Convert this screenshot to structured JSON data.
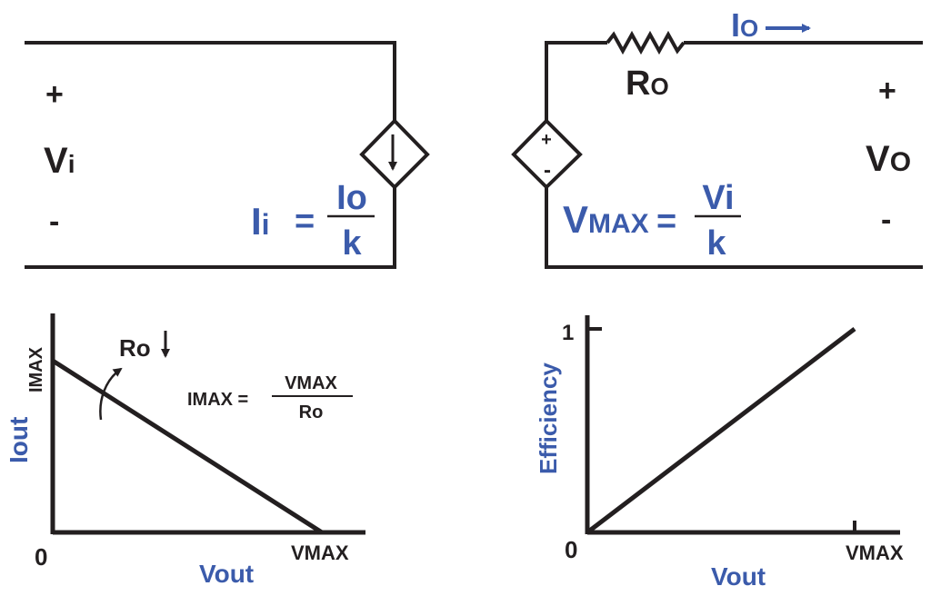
{
  "colors": {
    "ink": "#231f20",
    "accent": "#3b5bab"
  },
  "input_port": {
    "plus": "+",
    "minus": "-",
    "v_main": "V",
    "v_sub": "i"
  },
  "output_port": {
    "plus": "+",
    "minus": "-",
    "v_main": "V",
    "v_sub": "O"
  },
  "resistor": {
    "main": "R",
    "sub": "O"
  },
  "output_current": {
    "main": "I",
    "sub": "O"
  },
  "current_source": {
    "eq_main": "I",
    "eq_sub": "i",
    "eq_sign": "=",
    "num": "Io",
    "den": "k"
  },
  "voltage_source": {
    "plus": "+",
    "minus": "-",
    "eq_main": "V",
    "eq_sub": "MAX",
    "eq_sign": "=",
    "num": "Vi",
    "den": "k"
  },
  "iv_plot": {
    "y_label": "Iout",
    "x_label": "Vout",
    "origin": "0",
    "x_tick": "VMAX",
    "y_tick": "IMAX",
    "ro_label": "Ro",
    "eq_lhs": "IMAX =",
    "eq_num": "VMAX",
    "eq_den": "Ro"
  },
  "eff_plot": {
    "y_label": "Efficiency",
    "x_label": "Vout",
    "origin": "0",
    "x_tick": "VMAX",
    "y_tick": "1"
  }
}
